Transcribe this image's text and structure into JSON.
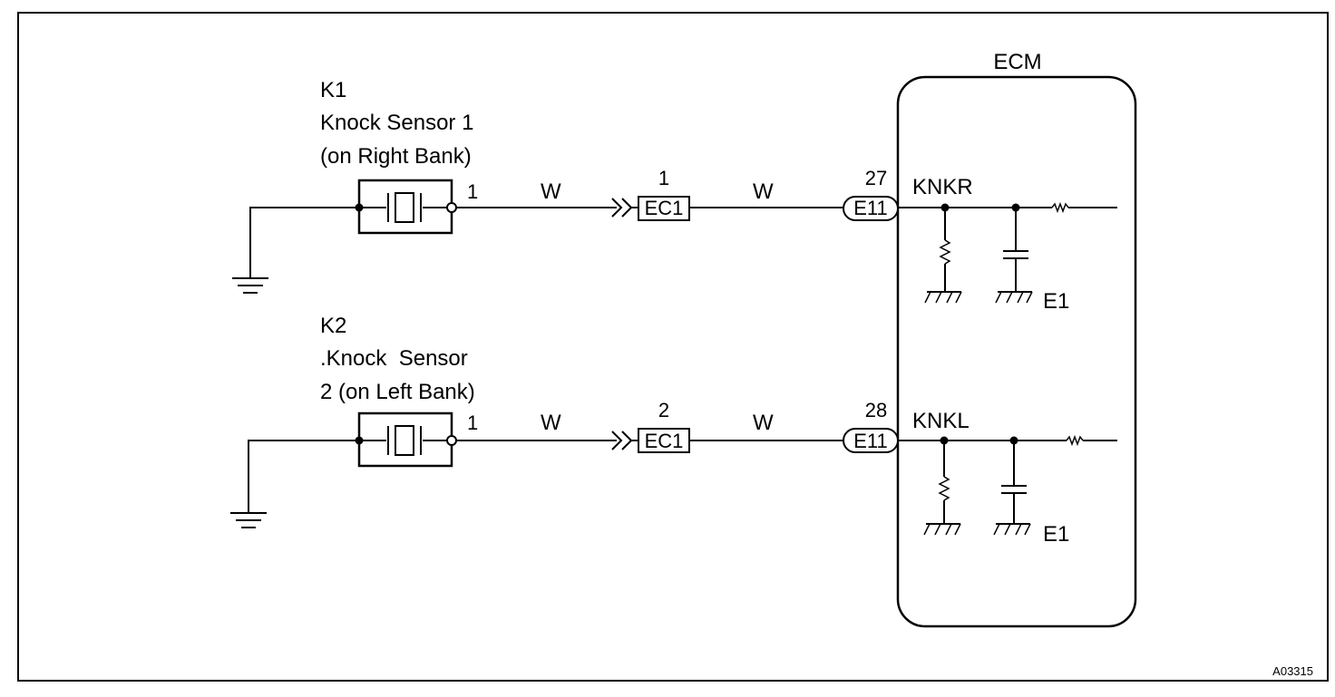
{
  "figure_id": "A03315",
  "ecm": {
    "label": "ECM",
    "ground_label": "E1"
  },
  "sensors": [
    {
      "code": "K1",
      "name_lines": [
        "Knock Sensor 1",
        "(on Right Bank)"
      ],
      "sensor_pin": "1",
      "wire_color_1": "W",
      "junction_pin": "1",
      "junction_connector": "EC1",
      "wire_color_2": "W",
      "ecm_pin": "27",
      "ecm_connector": "E11",
      "ecm_signal": "KNKR"
    },
    {
      "code": "K2",
      "name_lines": [
        ".Knock  Sensor",
        "2 (on Left Bank)"
      ],
      "sensor_pin": "1",
      "wire_color_1": "W",
      "junction_pin": "2",
      "junction_connector": "EC1",
      "wire_color_2": "W",
      "ecm_pin": "28",
      "ecm_connector": "E11",
      "ecm_signal": "KNKL"
    }
  ]
}
